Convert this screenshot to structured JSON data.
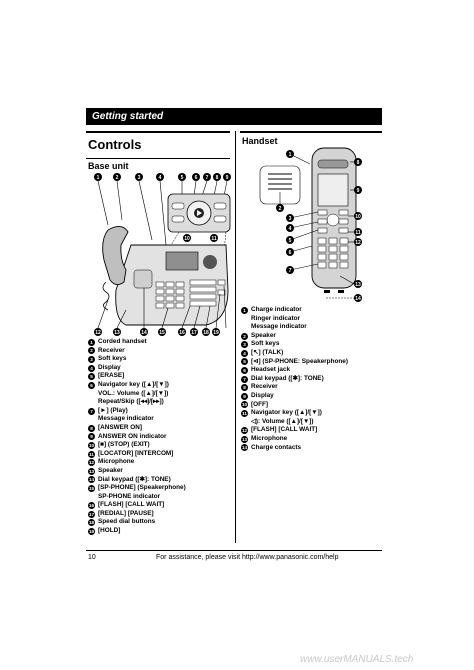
{
  "header": {
    "section": "Getting started"
  },
  "page": {
    "title": "Controls",
    "page_number": "10",
    "footer": "For assistance, please visit http://www.panasonic.com/help"
  },
  "base_unit": {
    "title": "Base unit",
    "items": [
      {
        "num": "1",
        "label": "Corded handset",
        "sub": []
      },
      {
        "num": "2",
        "label": "Receiver",
        "sub": []
      },
      {
        "num": "3",
        "label": "Soft keys",
        "sub": []
      },
      {
        "num": "4",
        "label": "Display",
        "sub": []
      },
      {
        "num": "5",
        "label": "[ERASE]",
        "sub": []
      },
      {
        "num": "6",
        "label": "Navigator key ([▲]/[▼])",
        "sub": [
          "VOL.: Volume ([▲]/[▼])",
          "Repeat/Skip ([◂◂]/[▸▸])"
        ]
      },
      {
        "num": "7",
        "label": "[►] (Play)",
        "sub": [
          "Message indicator"
        ]
      },
      {
        "num": "8",
        "label": "[ANSWER ON]",
        "sub": []
      },
      {
        "num": "9",
        "label": "ANSWER ON indicator",
        "sub": []
      },
      {
        "num": "10",
        "label": "[■] (STOP) (EXIT)",
        "sub": []
      },
      {
        "num": "11",
        "label": "[LOCATOR] [INTERCOM]",
        "sub": []
      },
      {
        "num": "12",
        "label": "Microphone",
        "sub": []
      },
      {
        "num": "13",
        "label": "Speaker",
        "sub": []
      },
      {
        "num": "14",
        "label": "Dial keypad ([✱]: TONE)",
        "sub": []
      },
      {
        "num": "15",
        "label": "[SP-PHONE] (Speakerphone)",
        "sub": [
          "SP-PHONE indicator"
        ]
      },
      {
        "num": "16",
        "label": "[FLASH] [CALL WAIT]",
        "sub": []
      },
      {
        "num": "17",
        "label": "[REDIAL] [PAUSE]",
        "sub": []
      },
      {
        "num": "18",
        "label": "Speed dial buttons",
        "sub": []
      },
      {
        "num": "19",
        "label": "[HOLD]",
        "sub": []
      }
    ]
  },
  "handset": {
    "title": "Handset",
    "items": [
      {
        "num": "1",
        "label": "Charge indicator",
        "sub": [
          "Ringer indicator",
          "Message indicator"
        ]
      },
      {
        "num": "2",
        "label": "Speaker",
        "sub": []
      },
      {
        "num": "3",
        "label": "Soft keys",
        "sub": []
      },
      {
        "num": "4",
        "label": "[↖] (TALK)",
        "sub": []
      },
      {
        "num": "5",
        "label": "[⊲] (SP-PHONE: Speakerphone)",
        "sub": []
      },
      {
        "num": "6",
        "label": "Headset jack",
        "sub": []
      },
      {
        "num": "7",
        "label": "Dial keypad ([✱]: TONE)",
        "sub": []
      },
      {
        "num": "8",
        "label": "Receiver",
        "sub": []
      },
      {
        "num": "9",
        "label": "Display",
        "sub": []
      },
      {
        "num": "10",
        "label": "[OFF]",
        "sub": []
      },
      {
        "num": "11",
        "label": "Navigator key ([▲]/[▼])",
        "sub": [
          "◁): Volume ([▲]/[▼])"
        ]
      },
      {
        "num": "12",
        "label": "[FLASH] [CALL WAIT]",
        "sub": []
      },
      {
        "num": "13",
        "label": "Microphone",
        "sub": []
      },
      {
        "num": "14",
        "label": "Charge contacts",
        "sub": []
      }
    ]
  },
  "watermark": "www.userMANUALS.tech"
}
